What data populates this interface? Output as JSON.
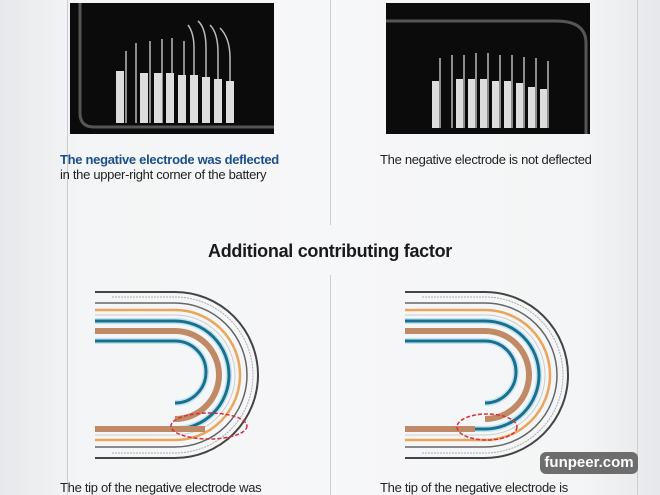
{
  "top_left": {
    "caption_highlight": "The negative electrode was deflected",
    "caption_rest": "in the upper-right corner of the battery"
  },
  "top_right": {
    "caption": "The negative electrode is not deflected"
  },
  "section_heading": "Additional contributing factor",
  "bottom_left": {
    "caption": "The tip of the negative electrode was"
  },
  "bottom_right": {
    "caption": "The tip of the negative electrode is"
  },
  "watermark": "funpeer.com",
  "colors": {
    "highlight": "#1b4e8c",
    "anode_blue": "#1a6f8f",
    "cathode_brown": "#c08a66",
    "separator_orange": "#eba45a",
    "defect_marker": "#d8303a"
  }
}
